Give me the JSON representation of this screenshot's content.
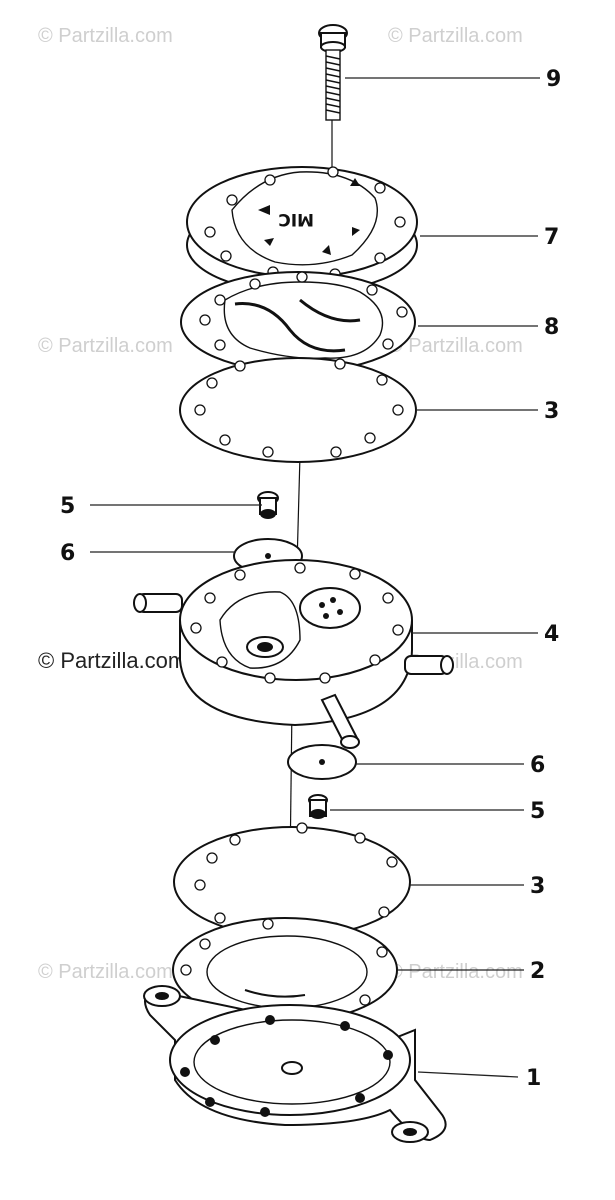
{
  "watermarks": [
    "© Partzilla.com",
    "© Partzilla.com",
    "© Partzilla.com",
    "© Partzilla.com",
    "© Partzilla.com",
    "© Partzilla.com",
    "© Partzilla.com",
    "© Partzilla.com"
  ],
  "cover_marking": "MIC",
  "callouts": [
    "9",
    "7",
    "8",
    "3",
    "5",
    "6",
    "4",
    "6",
    "5",
    "3",
    "2",
    "1"
  ]
}
